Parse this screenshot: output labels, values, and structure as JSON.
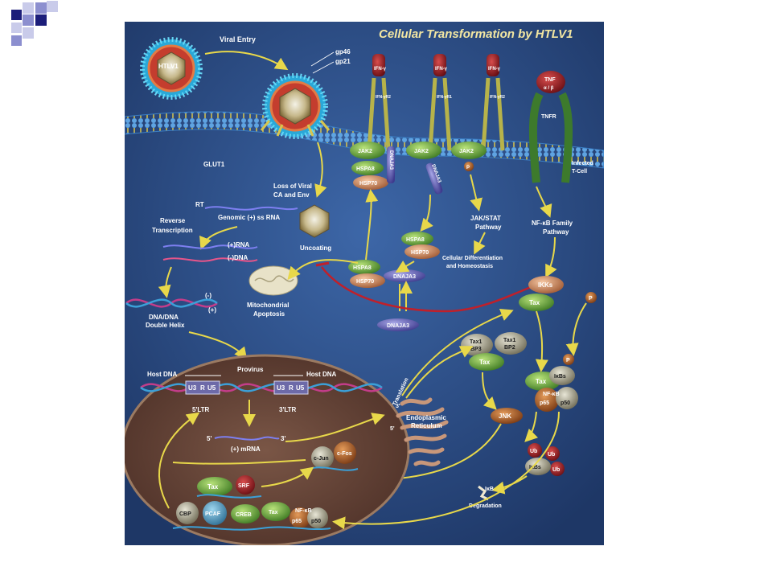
{
  "colors": {
    "background": "#ffffff",
    "deco_dark": "#1c1e7a",
    "deco_mid": "#8c8fcf",
    "deco_light": "#c9cbea",
    "figure_bg": "#2f4f86",
    "membrane": "#4b8fd0",
    "nucleus": "#6a4a3e",
    "arrow": "#e8d84a",
    "inhibit": "#c0202a"
  },
  "figure": {
    "title": "Cellular Transformation by HTLV1",
    "virus_labels": {
      "htlv1": "HTLV1",
      "viral_entry": "Viral Entry",
      "gp46": "gp46",
      "gp21": "gp21",
      "glut1": "GLUT1",
      "loss_of_viral": "Loss of Viral",
      "ca_and_env": "CA and Env",
      "uncoating": "Uncoating",
      "rt": "RT",
      "genomic_rna": "Genomic (+) ss RNA",
      "reverse": "Reverse",
      "transcription": "Transcription",
      "plus_rna": "(+)RNA",
      "minus_dna": "(-)DNA",
      "minus": "(-)",
      "plus": "(+)",
      "dna_dna": "DNA/DNA",
      "double_helix": "Double Helix",
      "mitochondrial": "Mitochondrial",
      "apoptosis": "Apoptosis"
    },
    "receptors": {
      "ifn": "IFN-γ",
      "ifnr1": "IFN-γR1",
      "ifnr2": "IFN-γR2",
      "tnf": "TNF",
      "tnf_ab": "α / β",
      "tnfr": "TNFR",
      "infected": "Infected",
      "tcell": "T-Cell"
    },
    "proteins": {
      "jak2": "JAK2",
      "hspa8": "HSPA8",
      "hsp70": "HSP70",
      "dnaja3": "DNAJA3",
      "p": "P",
      "ikks": "IKKs",
      "tax": "Tax",
      "tax1bp3_a": "Tax1",
      "tax1bp3_b": "BP3",
      "tax1bp2_a": "Tax1",
      "tax1bp2_b": "BP2",
      "ikbs": "IκBs",
      "nfkb": "NF-κB",
      "p65": "p65",
      "p50": "p50",
      "jnk": "JNK",
      "ub": "Ub",
      "ikb": "IκB",
      "degradation": "Degradation",
      "cjun": "c-Jun",
      "cfos": "c-Fos",
      "srf": "SRF",
      "cbp": "CBP",
      "pcaf": "PCAF",
      "creb": "CREB"
    },
    "pathways": {
      "jakstat_a": "JAK/STAT",
      "jakstat_b": "Pathway",
      "nfkb_a": "NF-κB Family",
      "nfkb_b": "Pathway",
      "cell_diff_a": "Cellular Differentiation",
      "cell_diff_b": "and Homeostasis"
    },
    "nucleus": {
      "host_dna_left": "Host DNA",
      "provirus": "Provirus",
      "host_dna_right": "Host DNA",
      "u3": "U3",
      "r": "R",
      "u5": "U5",
      "ltr5": "5'LTR",
      "ltr3": "3'LTR",
      "five_prime": "5'",
      "three_prime": "3'",
      "mrna": "(+) mRNA",
      "translation": "Translation",
      "er_a": "Endoplasmic",
      "er_b": "Reticulum"
    }
  }
}
